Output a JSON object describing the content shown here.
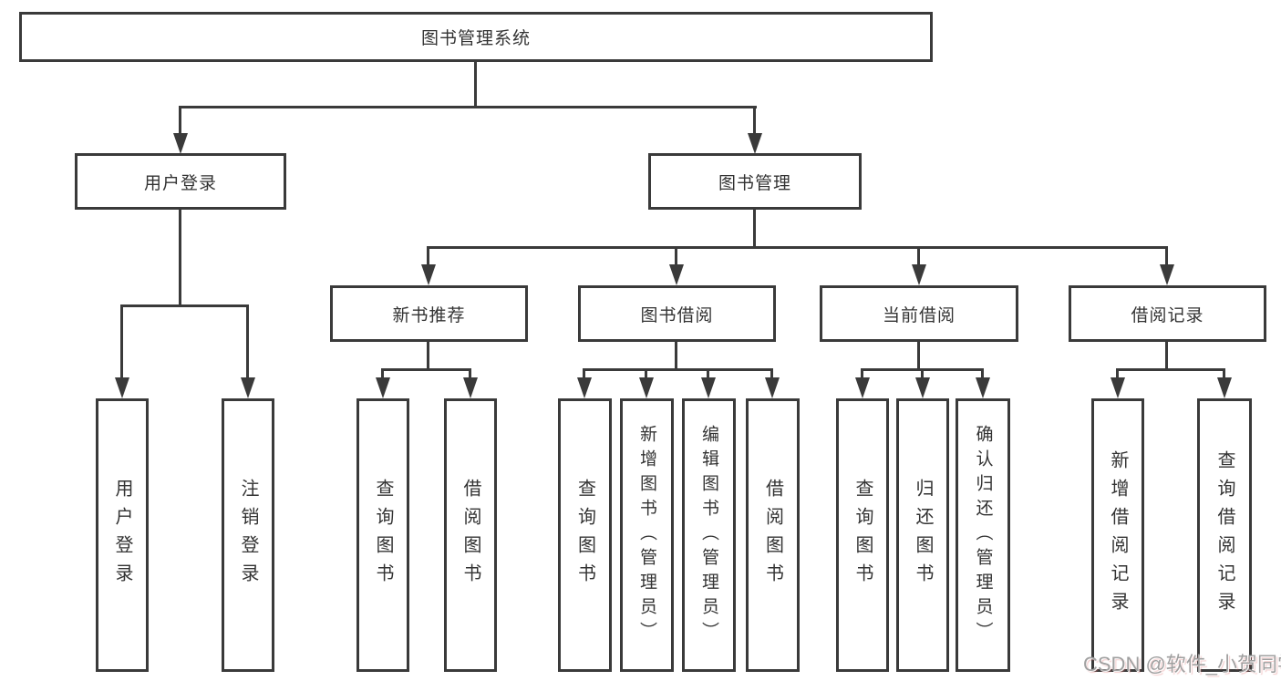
{
  "title": "图书管理系统",
  "watermark": "CSDN @软件_小贺同学",
  "colors": {
    "line": "#3a3a3a",
    "background": "#ffffff",
    "text": "#333333",
    "watermark_gray": "#a0a0a0"
  },
  "nodes": {
    "root": "图书管理系统",
    "user_login": "用户登录",
    "book_mgmt": "图书管理",
    "new_book": "新书推荐",
    "book_borrow": "图书借阅",
    "current_borrow": "当前借阅",
    "borrow_record": "借阅记录",
    "leaf_user_login": "用户登录",
    "leaf_logout": "注销登录",
    "leaf_newbook_query": "查询图书",
    "leaf_newbook_borrow": "借阅图书",
    "leaf_bb_query": "查询图书",
    "leaf_bb_add": "新增图书（管理员）",
    "leaf_bb_edit": "编辑图书（管理员）",
    "leaf_bb_borrow": "借阅图书",
    "leaf_cb_query": "查询图书",
    "leaf_cb_return": "归还图书",
    "leaf_cb_confirm": "确认归还（管理员）",
    "leaf_rec_add": "新增借阅记录",
    "leaf_rec_query": "查询借阅记录"
  },
  "hierarchy": {
    "图书管理系统": {
      "用户登录": [
        "用户登录",
        "注销登录"
      ],
      "图书管理": {
        "新书推荐": [
          "查询图书",
          "借阅图书"
        ],
        "图书借阅": [
          "查询图书",
          "新增图书（管理员）",
          "编辑图书（管理员）",
          "借阅图书"
        ],
        "当前借阅": [
          "查询图书",
          "归还图书",
          "确认归还（管理员）"
        ],
        "借阅记录": [
          "新增借阅记录",
          "查询借阅记录"
        ]
      }
    }
  }
}
